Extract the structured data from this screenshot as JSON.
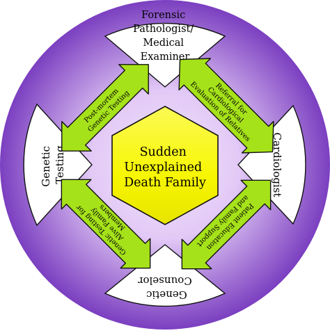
{
  "center": {
    "lines": [
      "Sudden",
      "Unexplained",
      "Death Family"
    ]
  },
  "roles": {
    "top": {
      "lines": [
        "Forensic",
        "Pathologist/",
        "Medical",
        "Examiner"
      ]
    },
    "right": {
      "lines": [
        "Cardiologist"
      ]
    },
    "bottom": {
      "lines": [
        "Genetic",
        "Counselor"
      ]
    },
    "left": {
      "lines": [
        "Genetic",
        "Testing"
      ]
    }
  },
  "arrows": {
    "top_left": {
      "lines": [
        "Post-mortem",
        "Genetic Testing"
      ]
    },
    "top_right": {
      "lines": [
        "Referral for",
        "Cardiological",
        "Evaluation of Relatives"
      ]
    },
    "bottom_right": {
      "lines": [
        "Patient Education",
        "and Family Support"
      ]
    },
    "bottom_left": {
      "lines": [
        "Genetic Testing for",
        "Alive Family",
        "Members"
      ]
    }
  },
  "colors": {
    "circle_outer": "#7b3fc0",
    "circle_inner": "#f1e6fb",
    "hexagon": "#f7f600",
    "arrow_fill": "#a6e21a",
    "sector_fill": "#ffffff",
    "stroke": "#111111"
  }
}
